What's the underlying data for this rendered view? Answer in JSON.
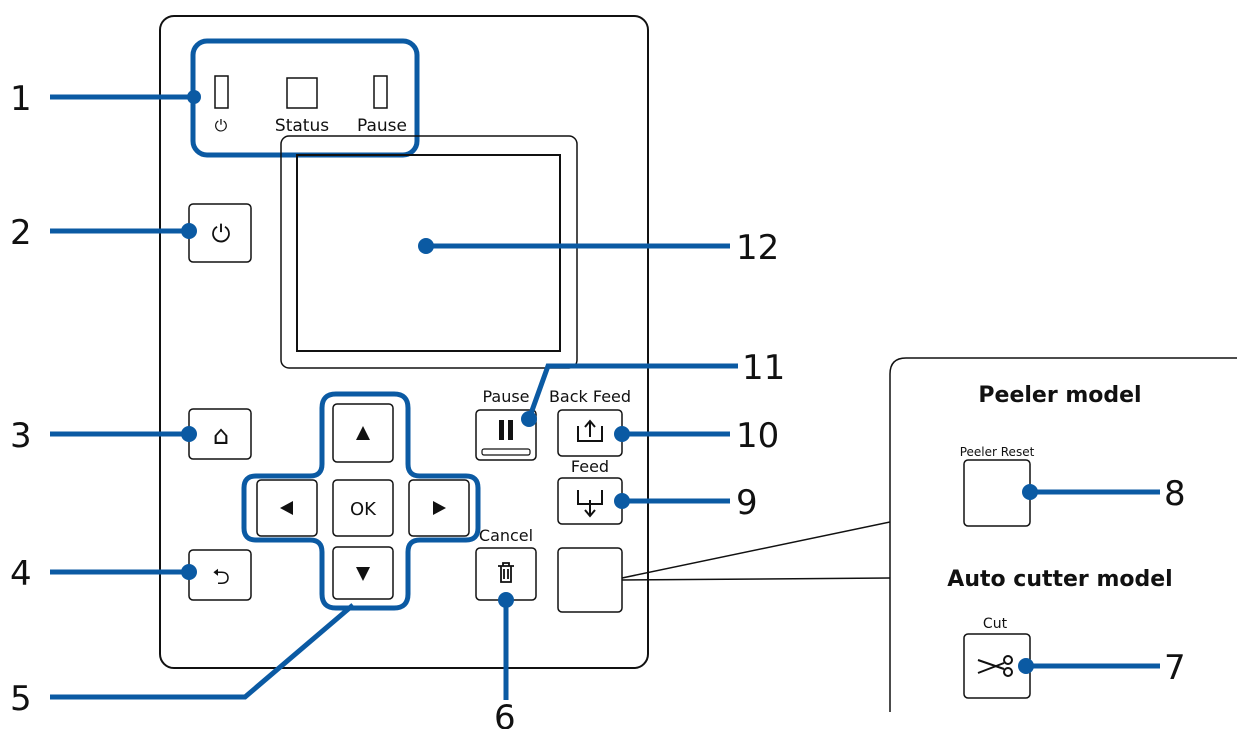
{
  "colors": {
    "accent": "#0b5aa3",
    "outline": "#111111"
  },
  "indicators": {
    "power_symbol": "⏻",
    "status_label": "Status",
    "pause_label": "Pause"
  },
  "buttons": {
    "power_symbol": "⏻",
    "home_symbol": "⌂",
    "back_symbol": "⮌",
    "ok_label": "OK",
    "pause_label": "Pause",
    "back_feed_label": "Back Feed",
    "feed_label": "Feed",
    "cancel_label": "Cancel",
    "peeler_reset_label": "Peeler Reset",
    "cut_label": "Cut"
  },
  "models": {
    "peeler_title": "Peeler model",
    "auto_cutter_title": "Auto cutter model"
  },
  "callouts": [
    "1",
    "2",
    "3",
    "4",
    "5",
    "6",
    "7",
    "8",
    "9",
    "10",
    "11",
    "12"
  ]
}
